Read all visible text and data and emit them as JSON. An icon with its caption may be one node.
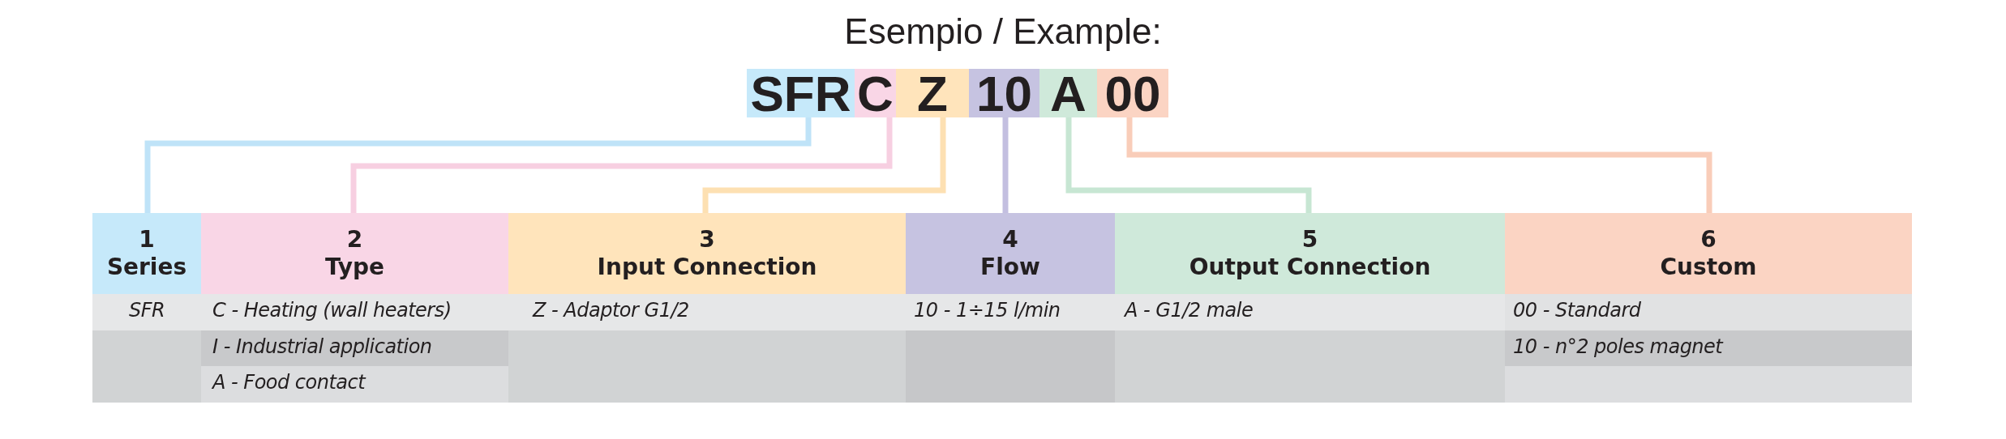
{
  "diagram": {
    "title": "Esempio / Example:",
    "nodes": [
      {
        "text": [
          "SFR"
        ]
      },
      {
        "text": [
          "C"
        ]
      },
      {
        "text": [
          "Z"
        ]
      },
      {
        "text": [
          "10"
        ]
      },
      {
        "text": [
          "A"
        ]
      },
      {
        "text": [
          "00"
        ]
      },
      {
        "text": [
          "1",
          "Series"
        ]
      },
      {
        "text": [
          "2",
          "Type"
        ]
      },
      {
        "text": [
          "3",
          "Input Connection"
        ]
      },
      {
        "text": [
          "4",
          "Flow"
        ]
      },
      {
        "text": [
          "5",
          "Output Connection"
        ]
      },
      {
        "text": [
          "6",
          "Custom"
        ]
      }
    ],
    "edges": [
      {
        "from": 0,
        "to": 6,
        "arrow": "none",
        "color": "#bfe3f8"
      },
      {
        "from": 1,
        "to": 7,
        "arrow": "none",
        "color": "#f7cfe1"
      },
      {
        "from": 2,
        "to": 8,
        "arrow": "none",
        "color": "#fde0b2"
      },
      {
        "from": 3,
        "to": 9,
        "arrow": "none",
        "color": "#c3bfe0"
      },
      {
        "from": 4,
        "to": 10,
        "arrow": "none",
        "color": "#c7e6d3"
      },
      {
        "from": 5,
        "to": 11,
        "arrow": "none",
        "color": "#f9cdb9"
      }
    ],
    "labels": [
      "SFR",
      "C - Heating (wall heaters)",
      "Z - Adaptor G1/2",
      "10 - 1÷15 l/min",
      "A - G1/2 male",
      "00 - Standard",
      "I - Industrial application",
      "10 - n°2 poles magnet",
      "A - Food contact"
    ]
  }
}
